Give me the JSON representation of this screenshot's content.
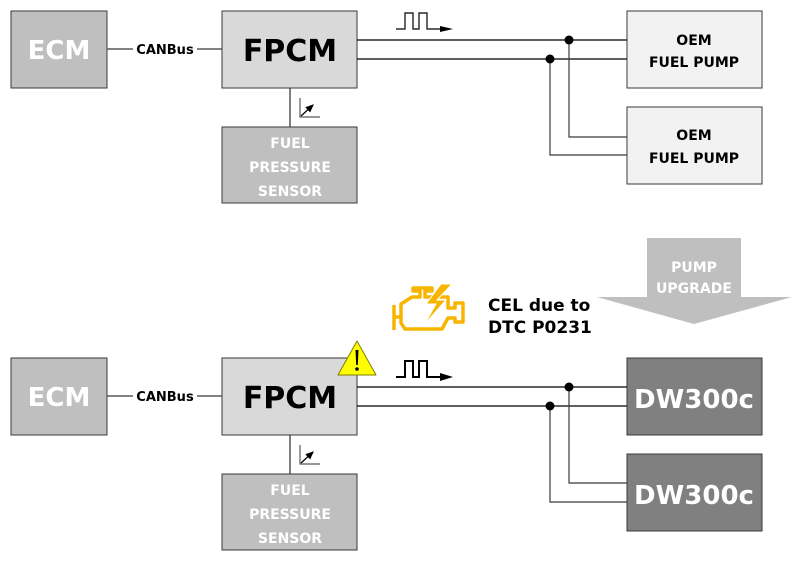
{
  "colors": {
    "ecm_fill": "#bfbfbf",
    "fpcm_fill": "#d9d9d9",
    "sensor_fill": "#bfbfbf",
    "oem_pump_fill": "#f2f2f2",
    "dw_pump_fill": "#808080",
    "arrow_fill": "#bfbfbf",
    "warning_yellow": "#ffff00",
    "engine_icon": "#f7b500",
    "line": "#000000",
    "light_text": "#ffffff",
    "dark_text": "#000000"
  },
  "top_diagram": {
    "ecm_label": "ECM",
    "bus_label": "CANBus",
    "fpcm_label": "FPCM",
    "sensor_label_lines": [
      "FUEL",
      "PRESSURE",
      "SENSOR"
    ],
    "pumps": [
      {
        "line1": "OEM",
        "line2": "FUEL PUMP"
      },
      {
        "line1": "OEM",
        "line2": "FUEL PUMP"
      }
    ]
  },
  "upgrade_arrow": {
    "line1": "PUMP",
    "line2": "UPGRADE"
  },
  "fault": {
    "icon": "check-engine-icon",
    "line1": "CEL due to",
    "line2": "DTC P0231",
    "warning_icon": "warning-triangle-icon"
  },
  "bottom_diagram": {
    "ecm_label": "ECM",
    "bus_label": "CANBus",
    "fpcm_label": "FPCM",
    "sensor_label_lines": [
      "FUEL",
      "PRESSURE",
      "SENSOR"
    ],
    "pumps": [
      {
        "label": "DW300c"
      },
      {
        "label": "DW300c"
      }
    ]
  }
}
